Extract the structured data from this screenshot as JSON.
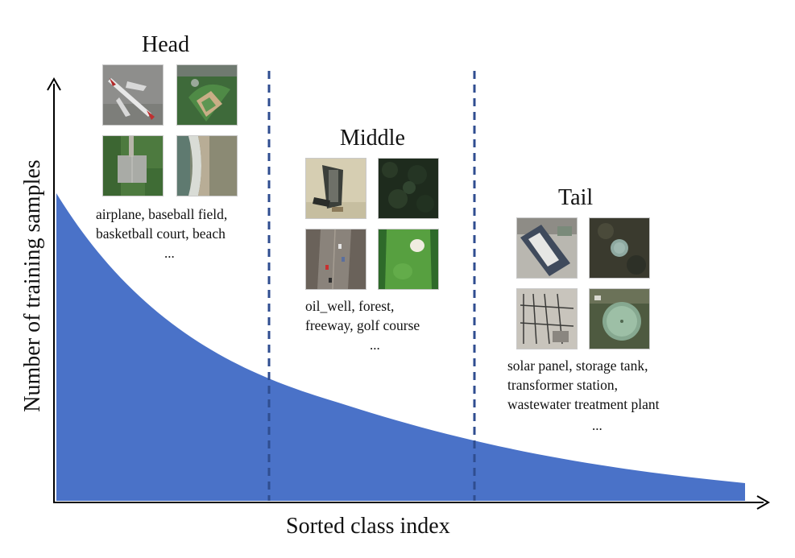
{
  "diagram": {
    "y_axis_label": "Number of training samples",
    "x_axis_label": "Sorted class index",
    "curve_color": "#4a72c8",
    "divider_color": "#2f4d90",
    "sections": [
      {
        "title": "Head",
        "caption_lines": [
          "airplane, baseball field,",
          "basketball court, beach"
        ],
        "ellipsis": "...",
        "thumbnails": [
          "airplane",
          "baseball field",
          "basketball court",
          "beach"
        ]
      },
      {
        "title": "Middle",
        "caption_lines": [
          "oil_well, forest,",
          "freeway, golf course"
        ],
        "ellipsis": "...",
        "thumbnails": [
          "oil_well",
          "forest",
          "freeway",
          "golf course"
        ]
      },
      {
        "title": "Tail",
        "caption_lines": [
          "solar panel, storage tank,",
          "transformer station,",
          "wastewater treatment plant"
        ],
        "ellipsis": "...",
        "thumbnails": [
          "solar panel",
          "storage tank",
          "transformer station",
          "wastewater treatment plant"
        ]
      }
    ]
  }
}
